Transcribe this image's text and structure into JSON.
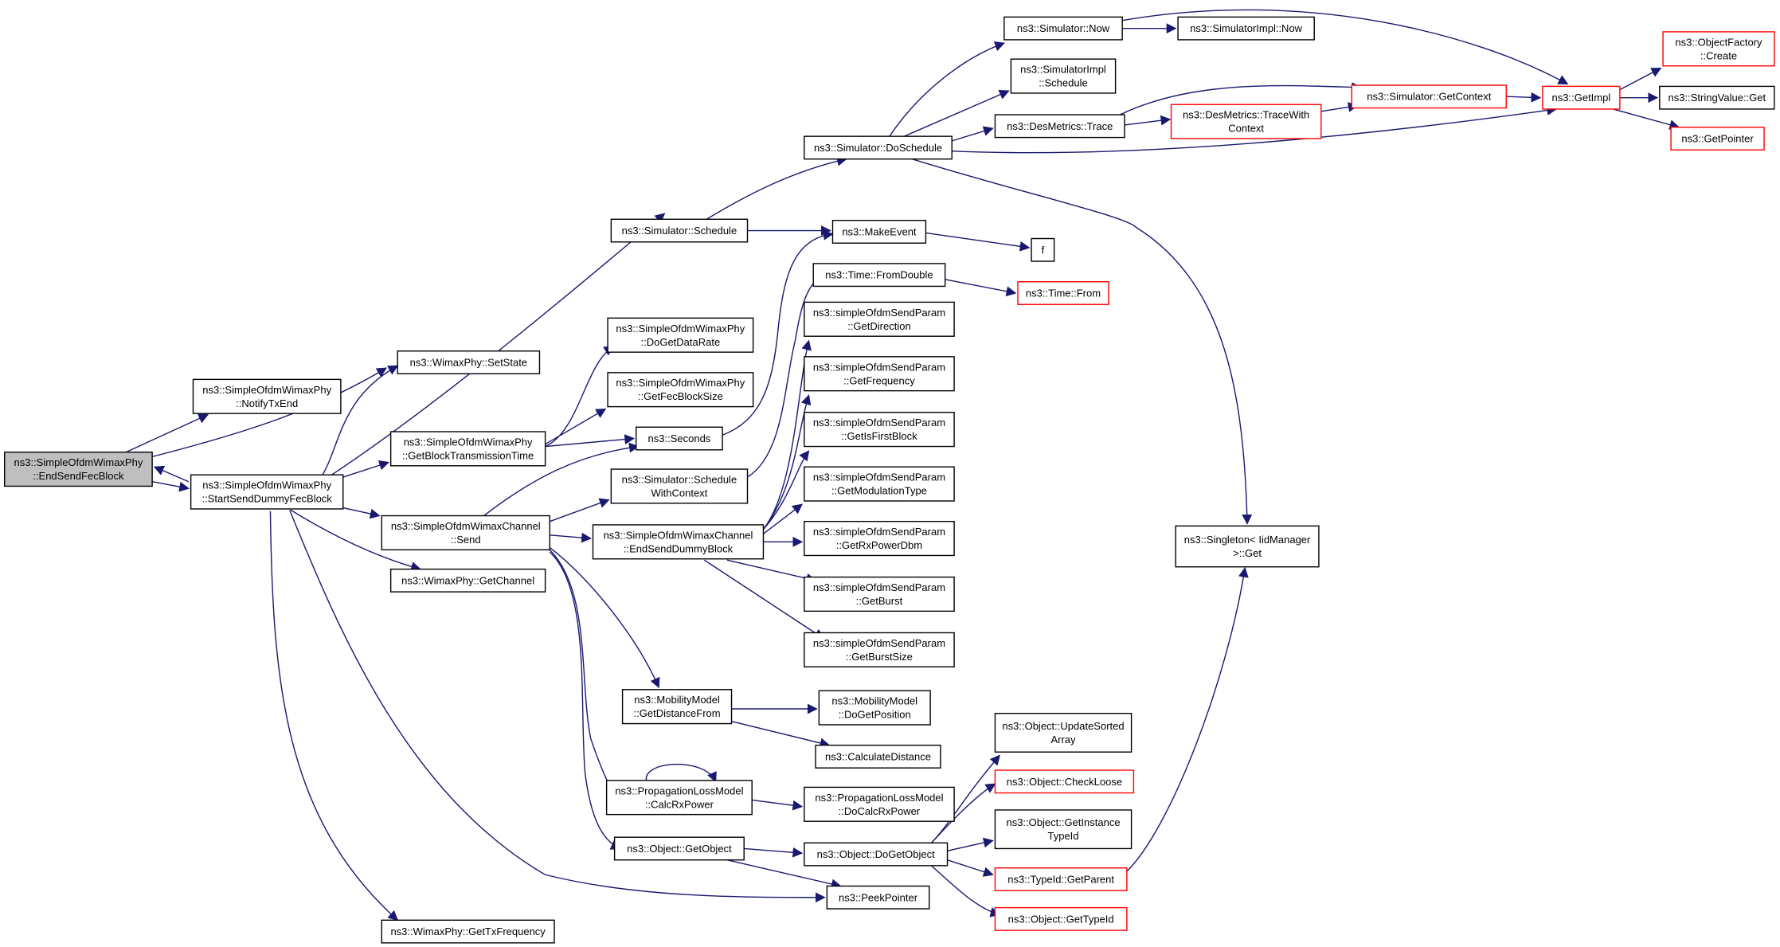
{
  "colors": {
    "edge": "#191970",
    "node_border": "#000000",
    "truncated_border": "#ff0000",
    "root_fill": "#bfbfbf"
  },
  "nodes": [
    {
      "id": "endsend",
      "lines": [
        "ns3::SimpleOfdmWimaxPhy",
        "::EndSendFecBlock"
      ],
      "style": "root"
    },
    {
      "id": "notify",
      "lines": [
        "ns3::SimpleOfdmWimaxPhy",
        "::NotifyTxEnd"
      ]
    },
    {
      "id": "startsend",
      "lines": [
        "ns3::SimpleOfdmWimaxPhy",
        "::StartSendDummyFecBlock"
      ]
    },
    {
      "id": "setstate",
      "lines": [
        "ns3::WimaxPhy::SetState"
      ]
    },
    {
      "id": "getblock",
      "lines": [
        "ns3::SimpleOfdmWimaxPhy",
        "::GetBlockTransmissionTime"
      ]
    },
    {
      "id": "chsend",
      "lines": [
        "ns3::SimpleOfdmWimaxChannel",
        "::Send"
      ]
    },
    {
      "id": "getchannel",
      "lines": [
        "ns3::WimaxPhy::GetChannel"
      ]
    },
    {
      "id": "gettxfreq",
      "lines": [
        "ns3::WimaxPhy::GetTxFrequency"
      ]
    },
    {
      "id": "schedule",
      "lines": [
        "ns3::Simulator::Schedule"
      ]
    },
    {
      "id": "dogetdatarate",
      "lines": [
        "ns3::SimpleOfdmWimaxPhy",
        "::DoGetDataRate"
      ]
    },
    {
      "id": "getfecblocksize",
      "lines": [
        "ns3::SimpleOfdmWimaxPhy",
        "::GetFecBlockSize"
      ]
    },
    {
      "id": "seconds",
      "lines": [
        "ns3::Seconds"
      ]
    },
    {
      "id": "schedwithctx",
      "lines": [
        "ns3::Simulator::Schedule",
        "WithContext"
      ]
    },
    {
      "id": "enddummy",
      "lines": [
        "ns3::SimpleOfdmWimaxChannel",
        "::EndSendDummyBlock"
      ]
    },
    {
      "id": "getdistance",
      "lines": [
        "ns3::MobilityModel",
        "::GetDistanceFrom"
      ]
    },
    {
      "id": "calcrx",
      "lines": [
        "ns3::PropagationLossModel",
        "::CalcRxPower"
      ]
    },
    {
      "id": "getobject",
      "lines": [
        "ns3::Object::GetObject"
      ]
    },
    {
      "id": "doschedule",
      "lines": [
        "ns3::Simulator::DoSchedule"
      ]
    },
    {
      "id": "makeevent",
      "lines": [
        "ns3::MakeEvent"
      ]
    },
    {
      "id": "f",
      "lines": [
        "f"
      ]
    },
    {
      "id": "fromdouble",
      "lines": [
        "ns3::Time::FromDouble"
      ]
    },
    {
      "id": "timefrom",
      "lines": [
        "ns3::Time::From"
      ],
      "style": "red"
    },
    {
      "id": "getdirection",
      "lines": [
        "ns3::simpleOfdmSendParam",
        "::GetDirection"
      ]
    },
    {
      "id": "getfrequency",
      "lines": [
        "ns3::simpleOfdmSendParam",
        "::GetFrequency"
      ]
    },
    {
      "id": "getisfirst",
      "lines": [
        "ns3::simpleOfdmSendParam",
        "::GetIsFirstBlock"
      ]
    },
    {
      "id": "getmodtype",
      "lines": [
        "ns3::simpleOfdmSendParam",
        "::GetModulationType"
      ]
    },
    {
      "id": "getrxpower",
      "lines": [
        "ns3::simpleOfdmSendParam",
        "::GetRxPowerDbm"
      ]
    },
    {
      "id": "getburst",
      "lines": [
        "ns3::simpleOfdmSendParam",
        "::GetBurst"
      ]
    },
    {
      "id": "getburstsize",
      "lines": [
        "ns3::simpleOfdmSendParam",
        "::GetBurstSize"
      ]
    },
    {
      "id": "dogetposition",
      "lines": [
        "ns3::MobilityModel",
        "::DoGetPosition"
      ]
    },
    {
      "id": "calcdistance",
      "lines": [
        "ns3::CalculateDistance"
      ]
    },
    {
      "id": "docalcrx",
      "lines": [
        "ns3::PropagationLossModel",
        "::DoCalcRxPower"
      ]
    },
    {
      "id": "dogetobject",
      "lines": [
        "ns3::Object::DoGetObject"
      ]
    },
    {
      "id": "peekpointer",
      "lines": [
        "ns3::PeekPointer"
      ]
    },
    {
      "id": "simnow",
      "lines": [
        "ns3::Simulator::Now"
      ]
    },
    {
      "id": "simimplsched",
      "lines": [
        "ns3::SimulatorImpl",
        "::Schedule"
      ]
    },
    {
      "id": "desmetrics",
      "lines": [
        "ns3::DesMetrics::Trace"
      ]
    },
    {
      "id": "simimplnow",
      "lines": [
        "ns3::SimulatorImpl::Now"
      ]
    },
    {
      "id": "tracewithctx",
      "lines": [
        "ns3::DesMetrics::TraceWith",
        "Context"
      ],
      "style": "red"
    },
    {
      "id": "getcontext",
      "lines": [
        "ns3::Simulator::GetContext"
      ],
      "style": "red"
    },
    {
      "id": "getimpl",
      "lines": [
        "ns3::GetImpl"
      ],
      "style": "red"
    },
    {
      "id": "singleton",
      "lines": [
        "ns3::Singleton< IidManager",
        "&gt;::Get"
      ]
    },
    {
      "id": "updatesorted",
      "lines": [
        "ns3::Object::UpdateSorted",
        "Array"
      ]
    },
    {
      "id": "checkloose",
      "lines": [
        "ns3::Object::CheckLoose"
      ],
      "style": "red"
    },
    {
      "id": "getinstance",
      "lines": [
        "ns3::Object::GetInstance",
        "TypeId"
      ]
    },
    {
      "id": "getparent",
      "lines": [
        "ns3::TypeId::GetParent"
      ],
      "style": "red"
    },
    {
      "id": "gettypeid",
      "lines": [
        "ns3::Object::GetTypeId"
      ],
      "style": "red"
    },
    {
      "id": "objfactory",
      "lines": [
        "ns3::ObjectFactory",
        "::Create"
      ],
      "style": "red"
    },
    {
      "id": "stringvalue",
      "lines": [
        "ns3::StringValue::Get"
      ]
    },
    {
      "id": "getpointer",
      "lines": [
        "ns3::GetPointer"
      ],
      "style": "red"
    }
  ]
}
